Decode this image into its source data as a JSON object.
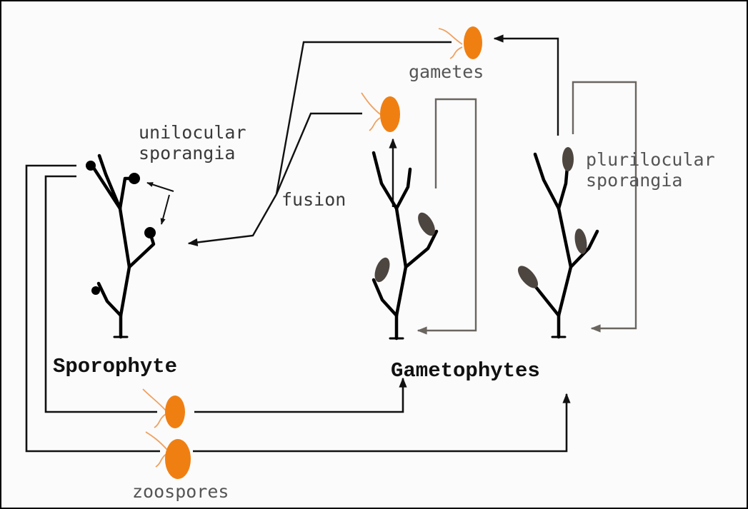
{
  "labels": {
    "gametes": "gametes",
    "unilocular": "unilocular\nsporangia",
    "fusion": "fusion",
    "plurilocular": "plurilocular\nsporangia",
    "sporophyte": "Sporophyte",
    "gametophytes": "Gametophytes",
    "zoospores": "zoospores"
  },
  "colors": {
    "cell_orange": "#f07f12",
    "flagellum": "#f0a060",
    "sporangium_gray": "#4d453f",
    "plant_black": "#000000",
    "cycle_line_black": "#111111",
    "cycle_line_gray": "#6b6560",
    "label_gray": "#3a3a3a"
  },
  "icons": {
    "gamete_cell": "orange-flagellated-cell-icon",
    "zoospore_cell": "orange-flagellated-cell-icon",
    "sporophyte_plant": "branching-thallus-icon",
    "gametophyte_plant": "branching-thallus-icon"
  }
}
